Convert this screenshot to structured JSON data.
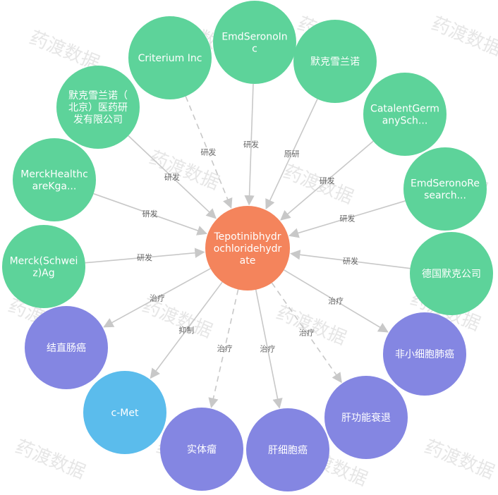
{
  "watermark": "药渡数据",
  "colors": {
    "center": "#f4845c",
    "company": "#5dd39a",
    "disease": "#8486e2",
    "target": "#5bbcec",
    "edge": "#c8c8c8"
  },
  "center": {
    "id": "center",
    "lines": [
      "Tepotinibhydr",
      "ochloridehydr",
      "ate"
    ]
  },
  "nodes": [
    {
      "id": "criterium",
      "lines": [
        "Criterium Inc"
      ],
      "kind": "company",
      "relation": "研发",
      "dashed": true,
      "direction": "in"
    },
    {
      "id": "emd-serono-inc",
      "lines": [
        "EmdSeronoIn",
        "c"
      ],
      "kind": "company",
      "relation": "研发",
      "dashed": false,
      "direction": "in"
    },
    {
      "id": "merck-cn",
      "lines": [
        "默克雪兰诺"
      ],
      "kind": "company",
      "relation": "原研",
      "dashed": false,
      "direction": "in"
    },
    {
      "id": "catalent",
      "lines": [
        "CatalentGerm",
        "anySch..."
      ],
      "kind": "company",
      "relation": "研发",
      "dashed": false,
      "direction": "in"
    },
    {
      "id": "emd-serono-research",
      "lines": [
        "EmdSeronoRe",
        "search..."
      ],
      "kind": "company",
      "relation": "研发",
      "dashed": false,
      "direction": "in"
    },
    {
      "id": "merck-de",
      "lines": [
        "德国默克公司"
      ],
      "kind": "company",
      "relation": "研发",
      "dashed": false,
      "direction": "in"
    },
    {
      "id": "nsclc",
      "lines": [
        "非小细胞肺癌"
      ],
      "kind": "disease",
      "relation": "治疗",
      "dashed": false,
      "direction": "out"
    },
    {
      "id": "liver-failure",
      "lines": [
        "肝功能衰退"
      ],
      "kind": "disease",
      "relation": "治疗",
      "dashed": true,
      "direction": "out"
    },
    {
      "id": "hcc",
      "lines": [
        "肝细胞癌"
      ],
      "kind": "disease",
      "relation": "治疗",
      "dashed": false,
      "direction": "out"
    },
    {
      "id": "solid-tumor",
      "lines": [
        "实体瘤"
      ],
      "kind": "disease",
      "relation": "治疗",
      "dashed": true,
      "direction": "out"
    },
    {
      "id": "c-met",
      "lines": [
        "c-Met"
      ],
      "kind": "target",
      "relation": "抑制",
      "dashed": false,
      "direction": "out"
    },
    {
      "id": "colorectal",
      "lines": [
        "结直肠癌"
      ],
      "kind": "disease",
      "relation": "治疗",
      "dashed": false,
      "direction": "out"
    },
    {
      "id": "merck-ch",
      "lines": [
        "Merck(Schwei",
        "z)Ag"
      ],
      "kind": "company",
      "relation": "研发",
      "dashed": false,
      "direction": "in"
    },
    {
      "id": "merck-healthcare",
      "lines": [
        "MerckHealthc",
        "areKga..."
      ],
      "kind": "company",
      "relation": "研发",
      "dashed": false,
      "direction": "in"
    },
    {
      "id": "merck-beijing",
      "lines": [
        "默克雪兰诺（",
        "北京）医药研",
        "发有限公司"
      ],
      "kind": "company",
      "relation": "研发",
      "dashed": false,
      "direction": "in"
    }
  ]
}
